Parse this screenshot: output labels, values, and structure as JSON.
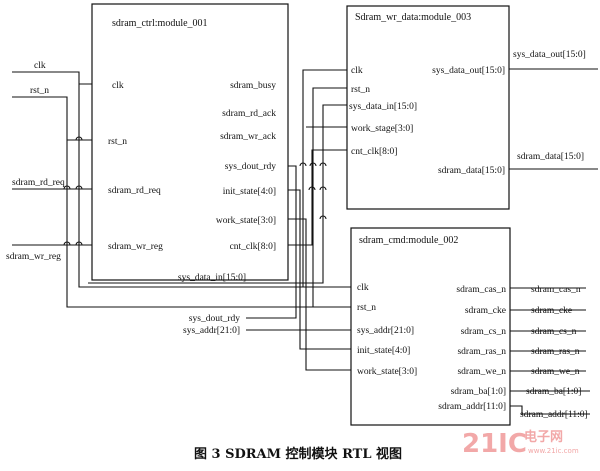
{
  "caption": "图 3   SDRAM 控制模块 RTL 视图",
  "watermark": {
    "big": "21IC",
    "cn": "电子网",
    "url": "www.21ic.com"
  },
  "inputs": {
    "clk": "clk",
    "rst_n": "rst_n",
    "sdram_rd_req": "sdram_rd_req",
    "sdram_wr_reg": "sdram_wr_reg"
  },
  "module_ctrl": {
    "title": "sdram_ctrl:module_001",
    "in_ports": [
      "clk",
      "rst_n",
      "sdram_rd_req",
      "sdram_wr_reg"
    ],
    "out_ports": [
      "sdram_busy",
      "sdram_rd_ack",
      "sdram_wr_ack",
      "sys_dout_rdy",
      "init_state[4:0]",
      "work_state[3:0]",
      "cnt_clk[8:0]"
    ]
  },
  "module_wr": {
    "title": "Sdram_wr_data:module_003",
    "in_ports": [
      "clk",
      "rst_n",
      "sys_data_in[15:0]",
      "work_stage[3:0]",
      "cnt_clk[8:0]"
    ],
    "out_ports": [
      "sys_data_out[15:0]",
      "sdram_data[15:0]"
    ]
  },
  "module_cmd": {
    "title": "sdram_cmd:module_002",
    "in_ports": [
      "clk",
      "rst_n",
      "sys_addr[21:0]",
      "init_state[4:0]",
      "work_state[3:0]"
    ],
    "out_ports": [
      "sdram_cas_n",
      "sdram_cke",
      "sdram_cs_n",
      "sdram_ras_n",
      "sdram_we_n",
      "sdram_ba[1:0]",
      "sdram_addr[11:0]"
    ]
  },
  "wire_labels": {
    "sys_data_in": "sys_data_in[15:0]",
    "sys_dout_rdy": "sys_dout_rdy",
    "sys_addr": "sys_addr[21:0]"
  },
  "outputs": {
    "sys_data_out": "sys_data_out[15:0]",
    "sdram_data": "sdram_data[15:0]",
    "sdram_cas_n": "sdram_cas_n",
    "sdram_cke": "sdram_cke",
    "sdram_cs_n": "sdram_cs_n",
    "sdram_ras_n": "sdram_ras_n",
    "sdram_we_n": "sdram_we_n",
    "sdram_ba": "sdram_ba[1:0]",
    "sdram_addr": "sdram_addr[11:0]"
  }
}
